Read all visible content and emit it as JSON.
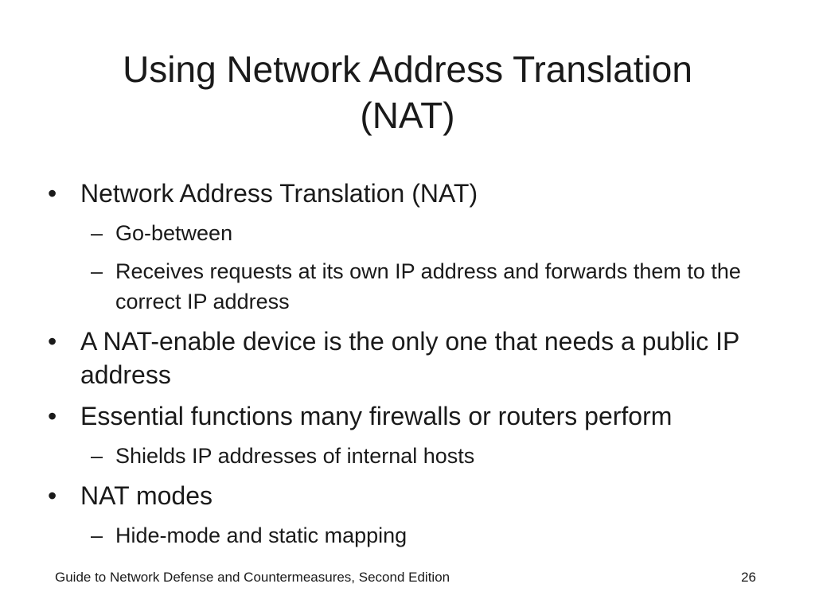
{
  "slide": {
    "title_line1": "Using Network Address Translation",
    "title_line2": "(NAT)",
    "bullet_glyph": "•",
    "dash_glyph": "–",
    "items": [
      {
        "text": "Network Address Translation (NAT)",
        "subitems": [
          "Go-between",
          "Receives requests at its own IP address and forwards them to the correct IP address"
        ]
      },
      {
        "text": "A NAT-enable device is the only one that needs a public IP address",
        "subitems": []
      },
      {
        "text": "Essential functions many firewalls or routers perform",
        "subitems": [
          "Shields IP addresses of internal hosts"
        ]
      },
      {
        "text": "NAT modes",
        "subitems": [
          "Hide-mode and static mapping"
        ]
      }
    ]
  },
  "footer": {
    "book_title": "Guide to Network Defense and Countermeasures, Second Edition",
    "page_number": "26"
  }
}
